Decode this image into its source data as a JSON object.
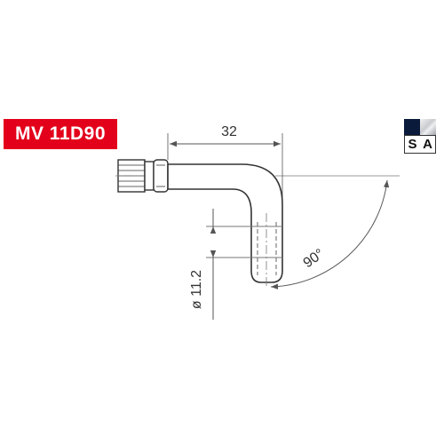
{
  "product": {
    "code": "MV 11D90",
    "badge_color": "#e3001b"
  },
  "finish_options": [
    {
      "letter": "S",
      "swatch_color": "#0a1a3a"
    },
    {
      "letter": "A",
      "swatch_color": "#c9cbd0"
    }
  ],
  "dimensions": {
    "length": "32",
    "diameter": "ø 11.2",
    "angle": "90°"
  },
  "line_color": "#333333",
  "dim_color": "#555555"
}
